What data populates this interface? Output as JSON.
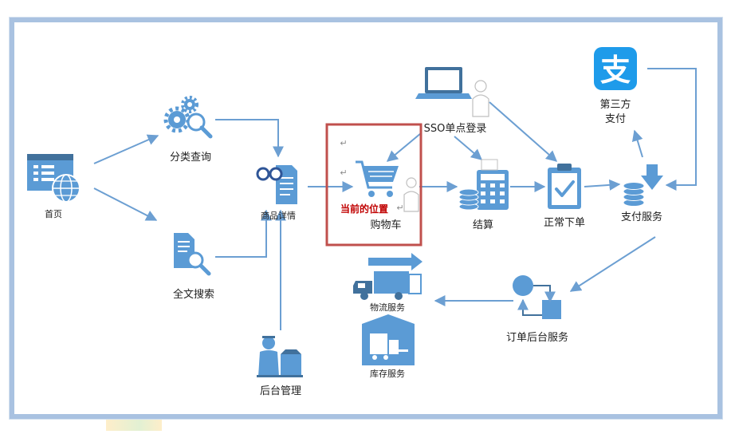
{
  "colors": {
    "accent": "#5b9bd5",
    "arrow": "#6c9fd2",
    "highlight_border": "#c0504d",
    "current_position_text": "#c00000",
    "frame_border": "#a9c2e1",
    "alipay": "#1e9bea"
  },
  "nodes": {
    "home": {
      "label": "首页",
      "icon": "browser-globe-icon"
    },
    "category_search": {
      "label": "分类查询",
      "icon": "gears-magnifier-icon"
    },
    "fulltext_search": {
      "label": "全文搜索",
      "icon": "document-magnifier-icon"
    },
    "product_detail": {
      "label": "商品详情",
      "icon": "glasses-document-icon"
    },
    "admin_manage": {
      "label": "后台管理",
      "icon": "person-at-desk-icon"
    },
    "cart": {
      "label": "购物车",
      "icon": "shopping-cart-icon"
    },
    "sso_login": {
      "label": "SSO单点登录",
      "icon": "laptop-user-icon"
    },
    "checkout": {
      "label": "结算",
      "icon": "coins-calculator-icon"
    },
    "normal_order": {
      "label": "正常下单",
      "icon": "clipboard-check-icon"
    },
    "third_party_pay": {
      "label_line1": "第三方",
      "label_line2": "支付",
      "icon": "alipay-icon",
      "logo_glyph": "支"
    },
    "payment_service": {
      "label": "支付服务",
      "icon": "coins-down-arrow-icon"
    },
    "order_backend": {
      "label": "订单后台服务",
      "icon": "process-box-icon"
    },
    "logistics": {
      "label": "物流服务",
      "icon": "truck-icon"
    },
    "inventory": {
      "label": "库存服务",
      "icon": "warehouse-forklift-icon"
    }
  },
  "current_position": {
    "label": "当前的位置"
  },
  "return_marks": [
    "↵",
    "↵",
    "↵"
  ]
}
